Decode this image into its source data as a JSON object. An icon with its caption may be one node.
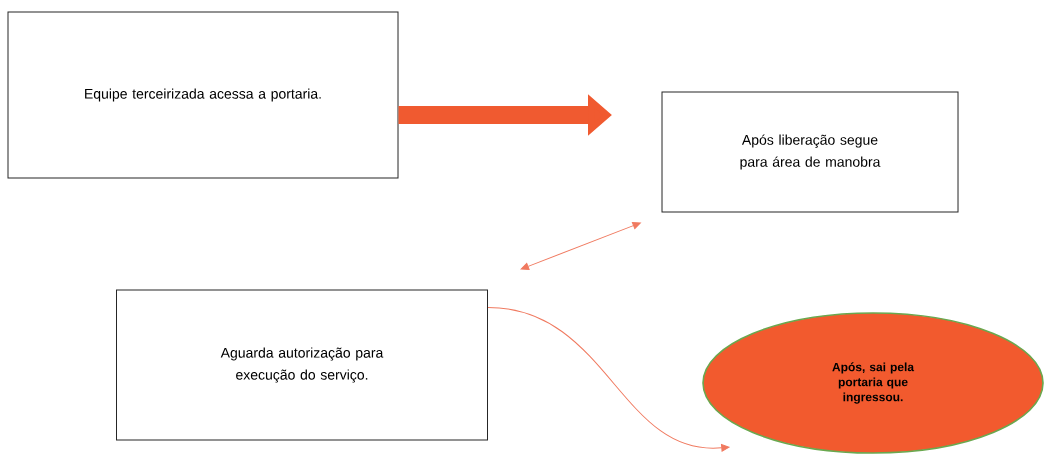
{
  "diagram": {
    "nodes": [
      {
        "text": [
          "Equipe terceirizada acessa a portaria."
        ]
      },
      {
        "text": [
          "Após liberação segue para área de manobra"
        ]
      },
      {
        "text": [
          "Aguarda autorização para execução do serviço."
        ]
      },
      {
        "text": [
          "Após, sai pela portaria que ingressou."
        ]
      }
    ],
    "edges": [
      {
        "from": 0,
        "to": 1,
        "arrow": "to",
        "style": "thick"
      },
      {
        "from": 2,
        "to": 1,
        "arrow": "both"
      },
      {
        "from": 2,
        "to": 3,
        "arrow": "to"
      }
    ]
  }
}
